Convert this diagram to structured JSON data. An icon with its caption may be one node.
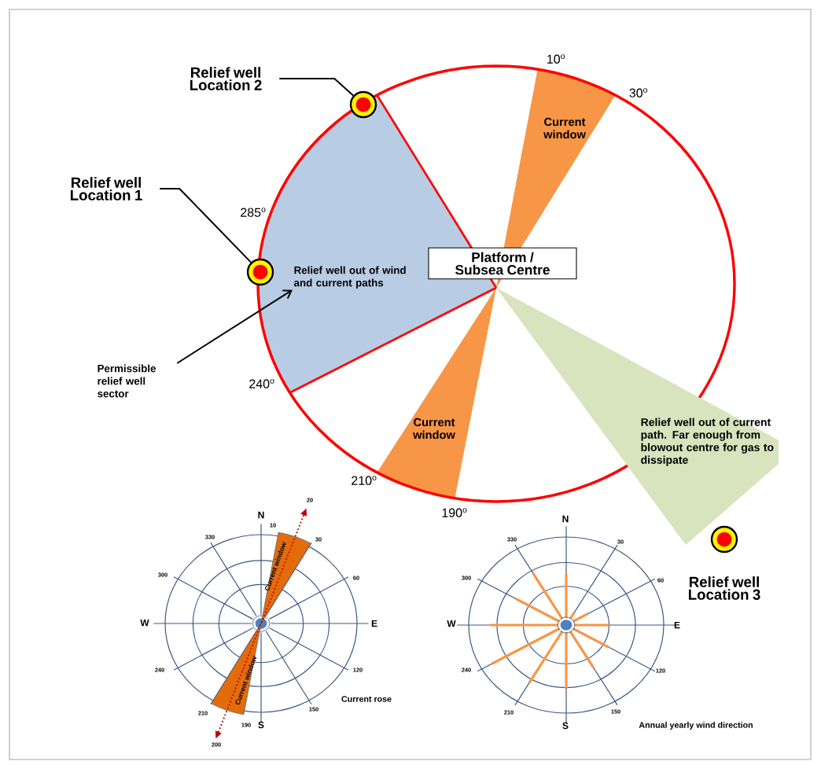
{
  "diagram": {
    "nodes": [
      {
        "text": [
          "Relief well Location 2"
        ]
      },
      {
        "text": [],
        "shape": "circle"
      },
      {
        "text": [
          "Relief well Location 1"
        ]
      },
      {
        "text": [],
        "shape": "circle"
      },
      {
        "text": [
          "Platform / Subsea Centre"
        ]
      },
      {
        "text": [
          "Relief well out of wind and current paths"
        ]
      },
      {
        "text": [
          "Permissible relief well sector"
        ]
      },
      {
        "text": [
          "Current window"
        ]
      },
      {
        "text": [
          "Current window"
        ]
      },
      {
        "text": [
          "Relief well out of current path. Far enough from blowout centre for gas to dissipate"
        ]
      },
      {
        "text": [],
        "shape": "circle",
        "beside": [
          "Relief well Location 3"
        ]
      },
      {
        "text": [
          "Current window"
        ]
      },
      {
        "text": [
          "Current window"
        ]
      }
    ],
    "edges": [
      {
        "from": 0,
        "to": 1,
        "arrow": "none"
      },
      {
        "from": 2,
        "to": 3,
        "arrow": "none"
      },
      {
        "from": 6,
        "to": 5,
        "arrow": "to"
      }
    ],
    "labels": [
      "10$^{o}$",
      "30$^{o}$",
      "285$^{o}$",
      "240$^{o}$",
      "210$^{o}$",
      "20",
      "N",
      "190$^{o}$",
      "10",
      "330",
      "30",
      "300",
      "60",
      "W",
      "E",
      "240",
      "120",
      "Current rose",
      "210",
      "150",
      "190",
      "S",
      "200",
      "N",
      "330",
      "30",
      "300",
      "60",
      "W",
      "E",
      "240",
      "120",
      "210",
      "150",
      "S",
      "Annual yearly wind direction"
    ]
  }
}
